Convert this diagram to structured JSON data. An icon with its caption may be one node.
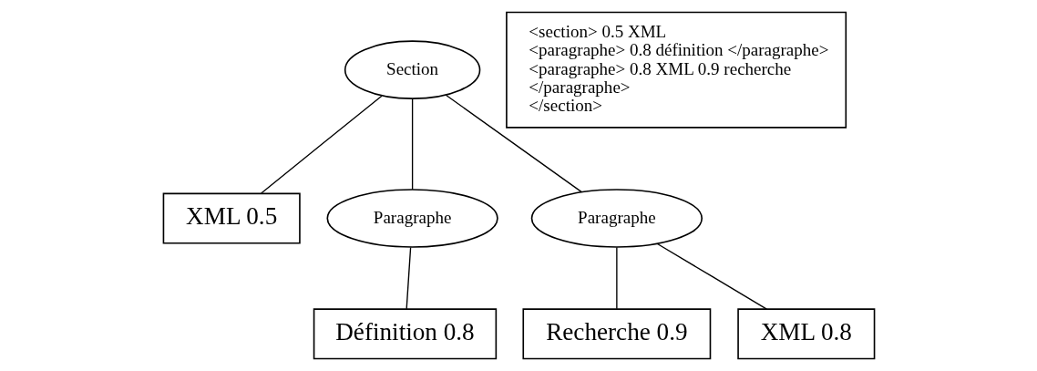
{
  "diagram": {
    "nodes": [
      {
        "text": [
          "Section"
        ]
      },
      {
        "text": [
          "XML 0.5"
        ]
      },
      {
        "text": [
          "Paragraphe"
        ]
      },
      {
        "text": [
          "Paragraphe"
        ]
      },
      {
        "text": [
          "Définition 0.8"
        ]
      },
      {
        "text": [
          "Recherche 0.9"
        ]
      },
      {
        "text": [
          "XML 0.8"
        ]
      },
      {
        "text": [
          "<section> 0.5 XML",
          "<paragraphe> 0.8 définition </paragraphe>",
          "<paragraphe> 0.8 XML 0.9 recherche",
          "</paragraphe>",
          "</section>"
        ]
      }
    ],
    "edges": [
      {
        "from": 0,
        "to": 1,
        "arrow": "none"
      },
      {
        "from": 0,
        "to": 2,
        "arrow": "none"
      },
      {
        "from": 0,
        "to": 3,
        "arrow": "none"
      },
      {
        "from": 2,
        "to": 4,
        "arrow": "none"
      },
      {
        "from": 3,
        "to": 5,
        "arrow": "none"
      },
      {
        "from": 3,
        "to": 6,
        "arrow": "none"
      }
    ]
  }
}
